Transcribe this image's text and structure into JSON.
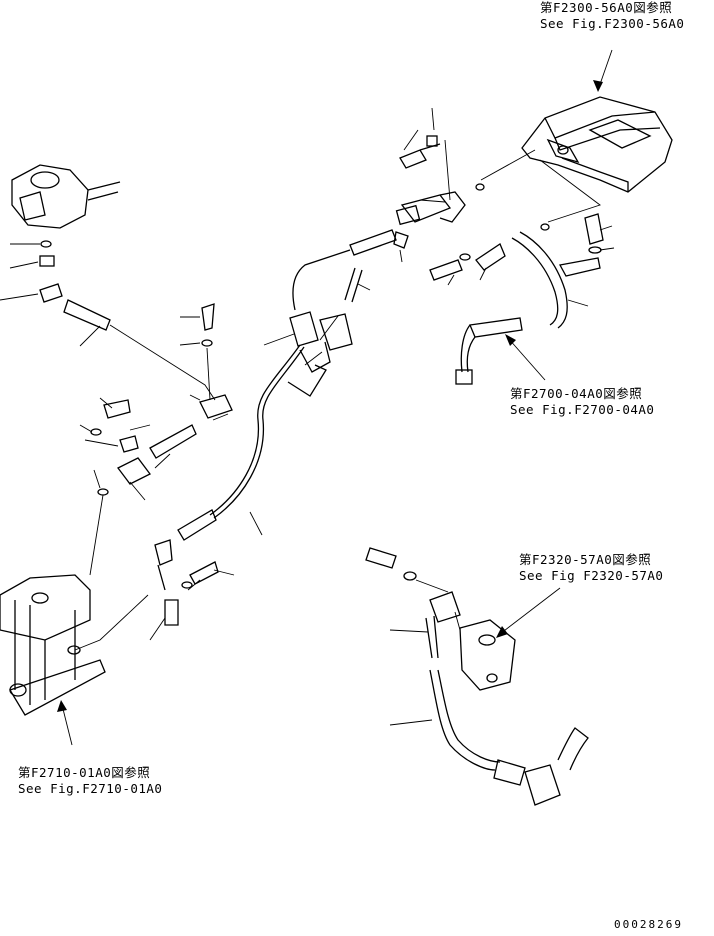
{
  "references": [
    {
      "id": "f2300",
      "jp": "第F2300-56A0図参照",
      "en": "See Fig.F2300-56A0"
    },
    {
      "id": "f2700",
      "jp": "第F2700-04A0図参照",
      "en": "See Fig.F2700-04A0"
    },
    {
      "id": "f2320",
      "jp": "第F2320-57A0図参照",
      "en": "See Fig F2320-57A0"
    },
    {
      "id": "f2710",
      "jp": "第F2710-01A0図参照",
      "en": "See Fig.F2710-01A0"
    }
  ],
  "drawing_number": "00028269"
}
